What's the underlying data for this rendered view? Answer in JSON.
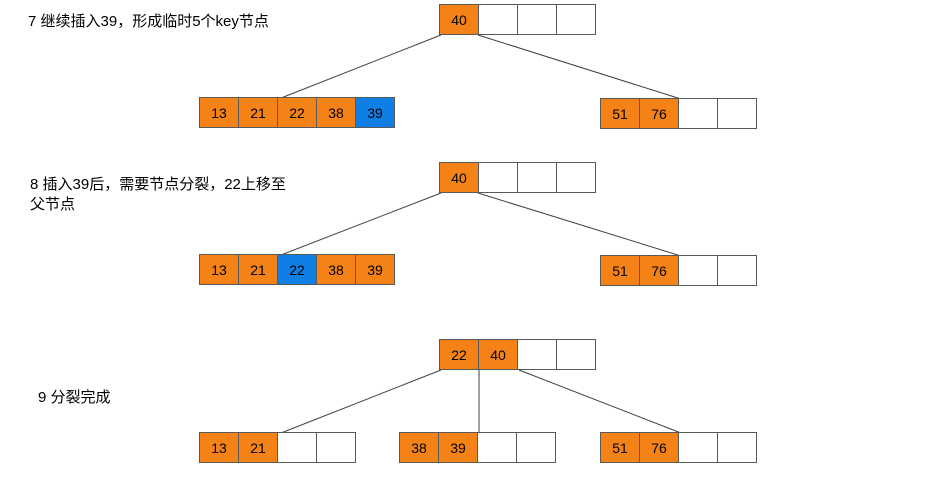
{
  "colors": {
    "key-fill": "#F58216",
    "highlight-fill": "#0F7FE6",
    "cell-border": "#595959",
    "connector-line": "#3f3f3f"
  },
  "steps": [
    {
      "caption": "7 继续插入39，形成临时5个key节点",
      "highlighted_key": "39",
      "nodes": {
        "root": [
          "40",
          "",
          "",
          ""
        ],
        "left_child": [
          "13",
          "21",
          "22",
          "38",
          "39"
        ],
        "right_child": [
          "51",
          "76",
          "",
          ""
        ]
      }
    },
    {
      "caption": "8 插入39后，需要节点分裂，22上移至\n父节点",
      "highlighted_key": "22",
      "nodes": {
        "root": [
          "40",
          "",
          "",
          ""
        ],
        "left_child": [
          "13",
          "21",
          "22",
          "38",
          "39"
        ],
        "right_child": [
          "51",
          "76",
          "",
          ""
        ]
      }
    },
    {
      "caption": "9 分裂完成",
      "highlighted_key": "",
      "nodes": {
        "root": [
          "22",
          "40",
          "",
          ""
        ],
        "left_child": [
          "13",
          "21",
          "",
          ""
        ],
        "middle_child": [
          "38",
          "39",
          "",
          ""
        ],
        "right_child": [
          "51",
          "76",
          "",
          ""
        ]
      }
    }
  ]
}
